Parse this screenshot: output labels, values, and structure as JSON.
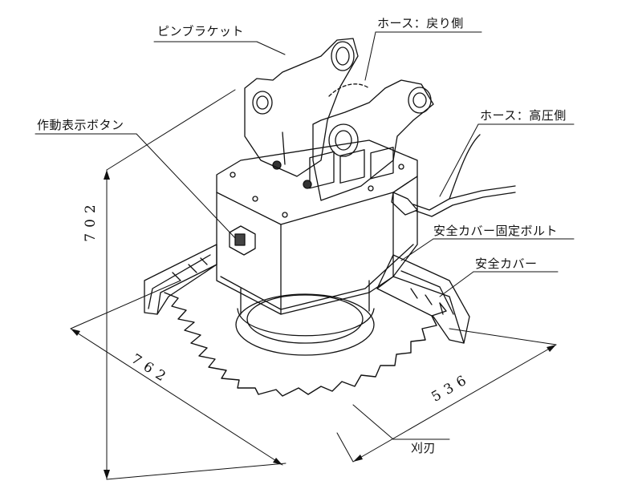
{
  "labels": {
    "pin_bracket": "ピンブラケット",
    "hose_return": "ホース：戻り側",
    "hose_high_pressure": "ホース：高圧側",
    "indicator_button": "作動表示ボタン",
    "cover_bolt": "安全カバー固定ボルト",
    "safety_cover": "安全カバー",
    "cutting_blade": "刈刃"
  },
  "dimensions": {
    "height": "702",
    "depth": "762",
    "width": "536"
  }
}
